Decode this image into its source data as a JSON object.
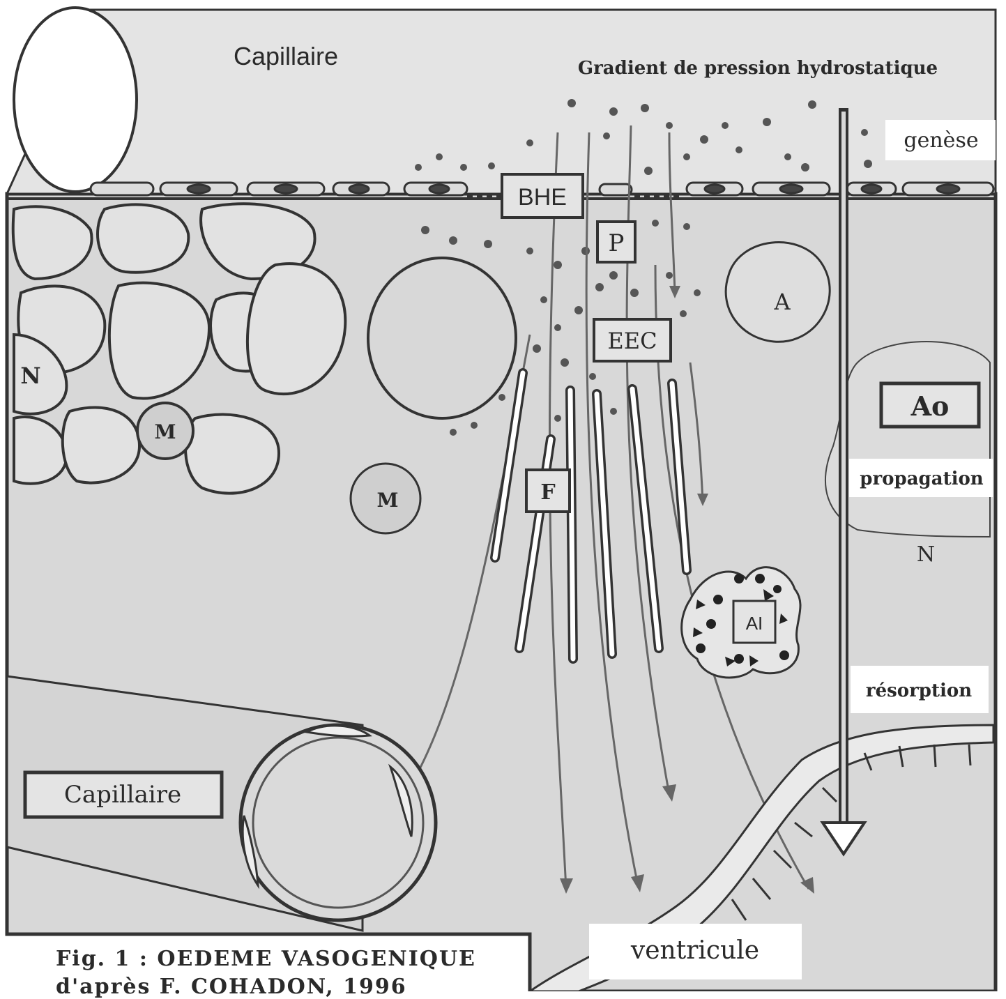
{
  "labels": {
    "capillaire_top": "Capillaire",
    "gradient": "Gradient de pression hydrostatique",
    "genese": "genèse",
    "bhe": "BHE",
    "p": "P",
    "eec": "EEC",
    "a": "A",
    "n_left": "N",
    "m1": "M",
    "m2": "M",
    "ao": "Ao",
    "propagation": "propagation",
    "n_right": "N",
    "f": "F",
    "ai": "AI",
    "resorption": "résorption",
    "capillaire_bottom": "Capillaire",
    "ventricule": "ventricule"
  },
  "caption": {
    "line1": "Fig. 1 : OEDEME VASOGENIQUE",
    "line2": "d'après F. COHADON, 1996"
  }
}
